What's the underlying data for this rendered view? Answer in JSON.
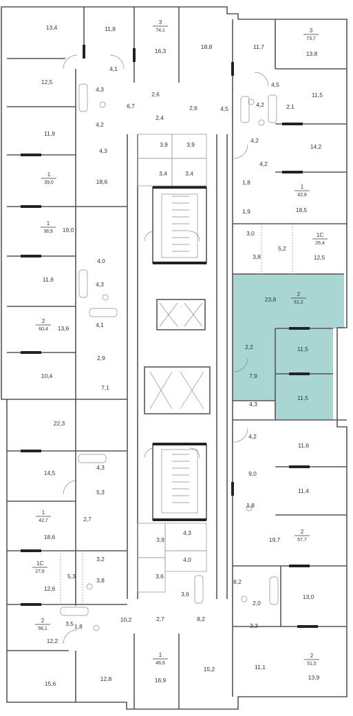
{
  "highlight_color": "#a9d5d2",
  "rooms": [
    {
      "id": "r1",
      "area": "13,4"
    },
    {
      "id": "r2",
      "area": "11,8"
    },
    {
      "id": "r3",
      "area": "16,3"
    },
    {
      "id": "r4",
      "area": "18,8"
    },
    {
      "id": "r5",
      "area": "11,7"
    },
    {
      "id": "r6",
      "area": "13,8"
    },
    {
      "id": "r7",
      "area": "12,5"
    },
    {
      "id": "r8",
      "area": "4,1"
    },
    {
      "id": "r9",
      "area": "4,3"
    },
    {
      "id": "r10",
      "area": "2,6"
    },
    {
      "id": "r11",
      "area": "2,6"
    },
    {
      "id": "r12",
      "area": "4,5"
    },
    {
      "id": "r13",
      "area": "4,5"
    },
    {
      "id": "r14",
      "area": "11,5"
    },
    {
      "id": "r15",
      "area": "6,7"
    },
    {
      "id": "r16",
      "area": "4,2"
    },
    {
      "id": "r17",
      "area": "2,4"
    },
    {
      "id": "r18",
      "area": "4,2"
    },
    {
      "id": "r19",
      "area": "2,1"
    },
    {
      "id": "r20",
      "area": "11,9"
    },
    {
      "id": "r21",
      "area": "4,2"
    },
    {
      "id": "r22",
      "area": "14,2"
    },
    {
      "id": "r23",
      "area": "4,3"
    },
    {
      "id": "r24",
      "area": "3,9"
    },
    {
      "id": "r25",
      "area": "3,9"
    },
    {
      "id": "r26",
      "area": "4,2"
    },
    {
      "id": "r27",
      "area": "18,6"
    },
    {
      "id": "r28",
      "area": "3,4"
    },
    {
      "id": "r29",
      "area": "3,4"
    },
    {
      "id": "r30",
      "area": "1,8"
    },
    {
      "id": "r31",
      "area": "18,5"
    },
    {
      "id": "r32",
      "area": "1,9"
    },
    {
      "id": "r33",
      "area": "19,0"
    },
    {
      "id": "r34",
      "area": "3,0"
    },
    {
      "id": "r35",
      "area": "5,2"
    },
    {
      "id": "r36",
      "area": "3,8"
    },
    {
      "id": "r37",
      "area": "12,5"
    },
    {
      "id": "r38",
      "area": "4,0"
    },
    {
      "id": "r39",
      "area": "11,6"
    },
    {
      "id": "r40",
      "area": "4,3"
    },
    {
      "id": "r41",
      "area": "23,8"
    },
    {
      "id": "r42",
      "area": "4,1"
    },
    {
      "id": "r43",
      "area": "13,6"
    },
    {
      "id": "r44",
      "area": "2,2"
    },
    {
      "id": "r45",
      "area": "11,5"
    },
    {
      "id": "r46",
      "area": "2,9"
    },
    {
      "id": "r47",
      "area": "10,4"
    },
    {
      "id": "r48",
      "area": "7,9"
    },
    {
      "id": "r49",
      "area": "7,1"
    },
    {
      "id": "r50",
      "area": "11,5"
    },
    {
      "id": "r51",
      "area": "4,3"
    },
    {
      "id": "r52",
      "area": "22,3"
    },
    {
      "id": "r53",
      "area": "4,2"
    },
    {
      "id": "r54",
      "area": "11,6"
    },
    {
      "id": "r55",
      "area": "4,3"
    },
    {
      "id": "r56",
      "area": "14,5"
    },
    {
      "id": "r57",
      "area": "9,0"
    },
    {
      "id": "r58",
      "area": "5,3"
    },
    {
      "id": "r59",
      "area": "11,4"
    },
    {
      "id": "r60",
      "area": "1,8"
    },
    {
      "id": "r61",
      "area": "18,6"
    },
    {
      "id": "r62",
      "area": "2,7"
    },
    {
      "id": "r63",
      "area": "3,9"
    },
    {
      "id": "r64",
      "area": "4,3"
    },
    {
      "id": "r65",
      "area": "19,7"
    },
    {
      "id": "r66",
      "area": "3,2"
    },
    {
      "id": "r67",
      "area": "4,0"
    },
    {
      "id": "r68",
      "area": "5,3"
    },
    {
      "id": "r69",
      "area": "3,8"
    },
    {
      "id": "r70",
      "area": "3,6"
    },
    {
      "id": "r71",
      "area": "3,6"
    },
    {
      "id": "r72",
      "area": "8,2"
    },
    {
      "id": "r73",
      "area": "12,6"
    },
    {
      "id": "r74",
      "area": "13,0"
    },
    {
      "id": "r75",
      "area": "2,0"
    },
    {
      "id": "r76",
      "area": "3,3"
    },
    {
      "id": "r77",
      "area": "10,2"
    },
    {
      "id": "r78",
      "area": "2,7"
    },
    {
      "id": "r79",
      "area": "8,2"
    },
    {
      "id": "r80",
      "area": "3,5"
    },
    {
      "id": "r81",
      "area": "1,8"
    },
    {
      "id": "r82",
      "area": "12,2"
    },
    {
      "id": "r83",
      "area": "11,1"
    },
    {
      "id": "r84",
      "area": "13,9"
    },
    {
      "id": "r85",
      "area": "15,6"
    },
    {
      "id": "r86",
      "area": "12,8"
    },
    {
      "id": "r87",
      "area": "16,9"
    },
    {
      "id": "r88",
      "area": "15,2"
    }
  ],
  "apartments": [
    {
      "id": "a1",
      "rooms": "3",
      "area": "74,1"
    },
    {
      "id": "a2",
      "rooms": "3",
      "area": "73,7"
    },
    {
      "id": "a3",
      "rooms": "1",
      "area": "39,0"
    },
    {
      "id": "a4",
      "rooms": "1",
      "area": "42,9"
    },
    {
      "id": "a5",
      "rooms": "1",
      "area": "38,9"
    },
    {
      "id": "a6",
      "rooms": "1С",
      "area": "26,4"
    },
    {
      "id": "a7",
      "rooms": "2",
      "area": "61,2"
    },
    {
      "id": "a8",
      "rooms": "2",
      "area": "60,4"
    },
    {
      "id": "a9",
      "rooms": "1",
      "area": "42,7"
    },
    {
      "id": "a10",
      "rooms": "2",
      "area": "57,7"
    },
    {
      "id": "a11",
      "rooms": "1С",
      "area": "27,6"
    },
    {
      "id": "a12",
      "rooms": "2",
      "area": "56,1"
    },
    {
      "id": "a13",
      "rooms": "2",
      "area": "51,5"
    },
    {
      "id": "a14",
      "rooms": "1",
      "area": "46,6"
    }
  ]
}
